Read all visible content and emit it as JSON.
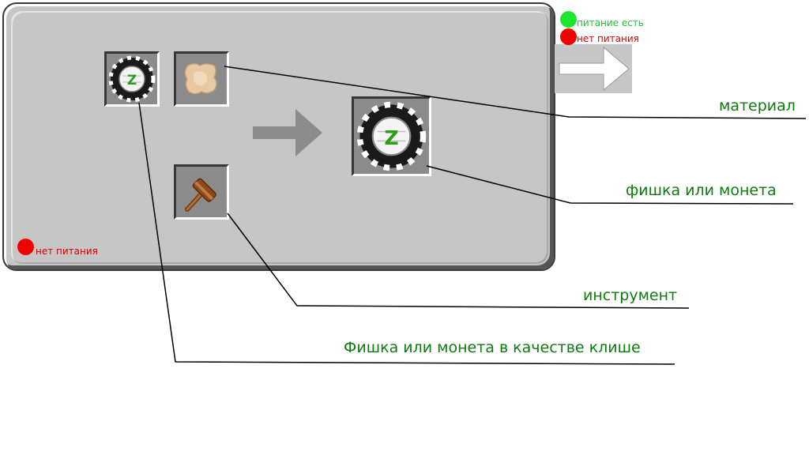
{
  "legend": {
    "power_on": "питание есть",
    "power_off": "нет питания"
  },
  "panel": {
    "status_text": "нет питания"
  },
  "callouts": {
    "material": "материал",
    "chip_or_coin": "фишка или монета",
    "tool": "инструмент",
    "chip_as_die": "Фишка или монета в качестве клише"
  },
  "icons": {
    "template_slot": "chip-icon",
    "material_slot": "leather-icon",
    "tool_slot": "hammer-icon",
    "output_slot": "chip-icon"
  },
  "colors": {
    "callout_text": "#0f7a0f",
    "power_on": "#1ee62e",
    "power_off": "#f20000",
    "panel": "#c6c6c6"
  }
}
